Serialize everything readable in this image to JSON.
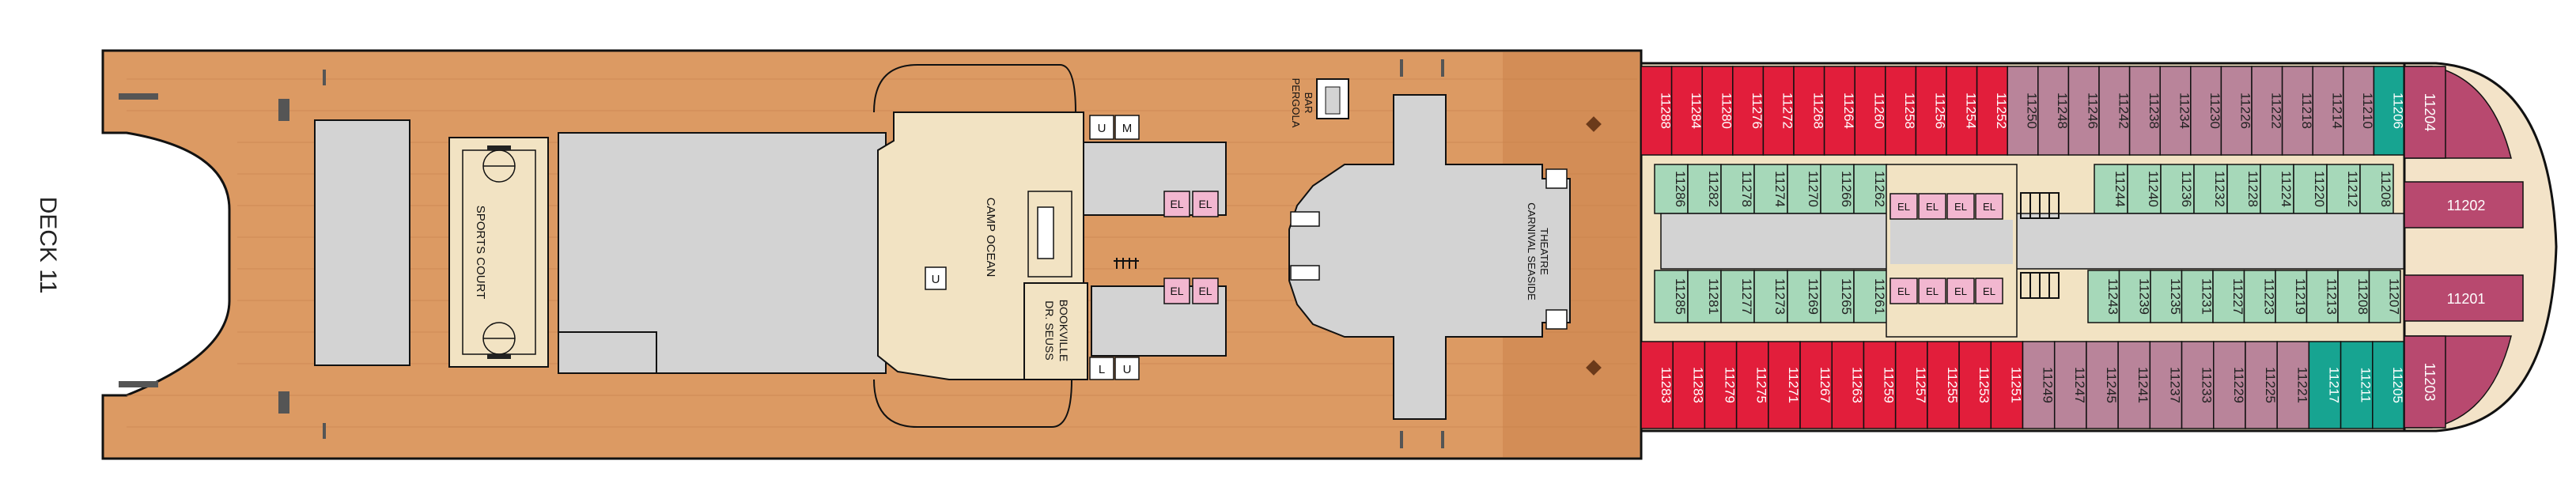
{
  "deck": {
    "label": "DECK 11"
  },
  "venues": {
    "sports_court": "SPORTS COURT",
    "camp_ocean": "CAMP OCEAN",
    "dr_seuss": [
      "DR. SEUSS",
      "BOOKVILLE"
    ],
    "pergola_bar": [
      "PERGOLA",
      "BAR"
    ],
    "theatre": [
      "CARNIVAL SEASIDE",
      "THEATRE"
    ],
    "elevator": "EL",
    "restroom_m": "M",
    "restroom_l": "L",
    "restroom_u": "U"
  },
  "colors": {
    "wood": "#dc9a63",
    "wood_deep": "#c77e46",
    "structure": "#d3d3d3",
    "camp_floor": "#f2e3c3",
    "red_cabin": "#e21e3b",
    "mauve_cabin": "#b9849a",
    "teal_cabin": "#17a491",
    "mint_cabin": "#a6d8b9",
    "suite": "#b8496f",
    "elevator_box": "#f2b7d0",
    "bow_cream": "#f3e3c8"
  },
  "cabins": {
    "top_outer": [
      {
        "n": "11288",
        "c": "red"
      },
      {
        "n": "11284",
        "c": "red"
      },
      {
        "n": "11280",
        "c": "red"
      },
      {
        "n": "11276",
        "c": "red"
      },
      {
        "n": "11272",
        "c": "red"
      },
      {
        "n": "11268",
        "c": "red"
      },
      {
        "n": "11264",
        "c": "red"
      },
      {
        "n": "11260",
        "c": "red"
      },
      {
        "n": "11258",
        "c": "red"
      },
      {
        "n": "11256",
        "c": "red"
      },
      {
        "n": "11254",
        "c": "red"
      },
      {
        "n": "11252",
        "c": "red"
      },
      {
        "n": "11250",
        "c": "mauve"
      },
      {
        "n": "11248",
        "c": "mauve"
      },
      {
        "n": "11246",
        "c": "mauve"
      },
      {
        "n": "11242",
        "c": "mauve"
      },
      {
        "n": "11238",
        "c": "mauve"
      },
      {
        "n": "11234",
        "c": "mauve"
      },
      {
        "n": "11230",
        "c": "mauve"
      },
      {
        "n": "11226",
        "c": "mauve"
      },
      {
        "n": "11222",
        "c": "mauve"
      },
      {
        "n": "11218",
        "c": "mauve"
      },
      {
        "n": "11214",
        "c": "mauve"
      },
      {
        "n": "11210",
        "c": "mauve"
      },
      {
        "n": "11206",
        "c": "teal"
      }
    ],
    "bottom_outer": [
      {
        "n": "11283",
        "c": "red"
      },
      {
        "n": "11283",
        "c": "red"
      },
      {
        "n": "11279",
        "c": "red"
      },
      {
        "n": "11275",
        "c": "red"
      },
      {
        "n": "11271",
        "c": "red"
      },
      {
        "n": "11267",
        "c": "red"
      },
      {
        "n": "11263",
        "c": "red"
      },
      {
        "n": "11259",
        "c": "red"
      },
      {
        "n": "11257",
        "c": "red"
      },
      {
        "n": "11255",
        "c": "red"
      },
      {
        "n": "11253",
        "c": "red"
      },
      {
        "n": "11251",
        "c": "red"
      },
      {
        "n": "11249",
        "c": "mauve"
      },
      {
        "n": "11247",
        "c": "mauve"
      },
      {
        "n": "11245",
        "c": "mauve"
      },
      {
        "n": "11241",
        "c": "mauve"
      },
      {
        "n": "11237",
        "c": "mauve"
      },
      {
        "n": "11233",
        "c": "mauve"
      },
      {
        "n": "11229",
        "c": "mauve"
      },
      {
        "n": "11225",
        "c": "mauve"
      },
      {
        "n": "11221",
        "c": "mauve"
      },
      {
        "n": "11217",
        "c": "teal"
      },
      {
        "n": "11211",
        "c": "teal"
      },
      {
        "n": "11205",
        "c": "teal"
      }
    ],
    "top_inner_aft": [
      "11286",
      "11282",
      "11278",
      "11274",
      "11270",
      "11266",
      "11262"
    ],
    "top_inner_fwd": [
      "11244",
      "11240",
      "11236",
      "11232",
      "11228",
      "11224",
      "11220",
      "11212",
      "11208"
    ],
    "bottom_inner_aft": [
      "11285",
      "11281",
      "11277",
      "11273",
      "11269",
      "11265",
      "11261"
    ],
    "bottom_inner_fwd": [
      "11243",
      "11239",
      "11235",
      "11231",
      "11227",
      "11223",
      "11219",
      "11213",
      "11208",
      "11207"
    ],
    "suites": [
      "11204",
      "11202",
      "11201",
      "11203"
    ]
  }
}
